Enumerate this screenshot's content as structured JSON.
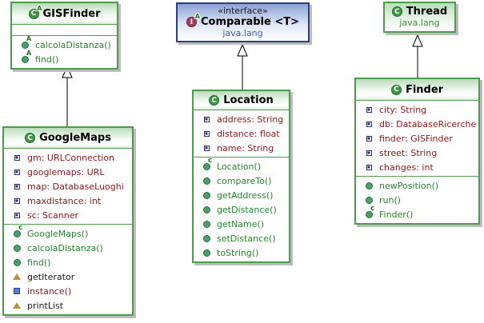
{
  "colors": {
    "class_border": "#4e9a4e",
    "interface_border": "#2e3f7e",
    "field_text": "#8e1616",
    "method_text": "#23872a",
    "package_green": "#3f8f3f",
    "package_blue": "#3a5fb0",
    "triangle_icon": "#b8923e",
    "static_icon": "#5f7ad1"
  },
  "classes": {
    "gisfinder": {
      "name": "GISFinder",
      "kind": "abstract class",
      "fields": [],
      "methods": [
        {
          "label": "calcolaDistanza()",
          "icon": "abstract-method-icon",
          "style": "method"
        },
        {
          "label": "find()",
          "icon": "abstract-method-icon",
          "style": "method"
        }
      ]
    },
    "comparable": {
      "stereotype": "«interface»",
      "name": "Comparable <T>",
      "package": "java.lang",
      "kind": "interface"
    },
    "thread": {
      "name": "Thread",
      "package": "java.lang",
      "kind": "class"
    },
    "googlemaps": {
      "name": "GoogleMaps",
      "kind": "class",
      "fields": [
        {
          "label": "gm: URLConnection",
          "icon": "field-icon",
          "style": "field"
        },
        {
          "label": "googlemaps: URL",
          "icon": "field-icon",
          "style": "field"
        },
        {
          "label": "map: DatabaseLuoghi",
          "icon": "field-icon",
          "style": "field"
        },
        {
          "label": "maxdistance: int",
          "icon": "field-icon",
          "style": "field"
        },
        {
          "label": "sc: Scanner",
          "icon": "field-icon",
          "style": "field"
        }
      ],
      "methods": [
        {
          "label": "GoogleMaps()",
          "icon": "constructor-icon",
          "style": "method"
        },
        {
          "label": "calcolaDistanza()",
          "icon": "method-icon",
          "style": "method"
        },
        {
          "label": "find()",
          "icon": "method-icon",
          "style": "method"
        },
        {
          "label": "getIterator",
          "icon": "triangle-icon",
          "style": "plain"
        },
        {
          "label": "instance()",
          "icon": "static-square-icon",
          "style": "static"
        },
        {
          "label": "printList",
          "icon": "triangle-icon",
          "style": "plain"
        }
      ]
    },
    "location": {
      "name": "Location",
      "kind": "class",
      "fields": [
        {
          "label": "address: String",
          "icon": "field-icon",
          "style": "field"
        },
        {
          "label": "distance: float",
          "icon": "field-icon",
          "style": "field"
        },
        {
          "label": "name: String",
          "icon": "field-icon",
          "style": "field"
        }
      ],
      "methods": [
        {
          "label": "Location()",
          "icon": "constructor-icon",
          "style": "method"
        },
        {
          "label": "compareTo()",
          "icon": "method-icon",
          "style": "method"
        },
        {
          "label": "getAddress()",
          "icon": "method-icon",
          "style": "method"
        },
        {
          "label": "getDistance()",
          "icon": "method-icon",
          "style": "method"
        },
        {
          "label": "getName()",
          "icon": "method-icon",
          "style": "method"
        },
        {
          "label": "setDistance()",
          "icon": "method-icon",
          "style": "method"
        },
        {
          "label": "toString()",
          "icon": "method-icon",
          "style": "method"
        }
      ]
    },
    "finder": {
      "name": "Finder",
      "kind": "class",
      "fields": [
        {
          "label": "city: String",
          "icon": "field-icon",
          "style": "field"
        },
        {
          "label": "db: DatabaseRicerche",
          "icon": "field-icon",
          "style": "field"
        },
        {
          "label": "finder: GISFinder",
          "icon": "field-icon",
          "style": "field"
        },
        {
          "label": "street: String",
          "icon": "field-icon",
          "style": "field"
        },
        {
          "label": "changes: int",
          "icon": "field-icon",
          "style": "field"
        }
      ],
      "methods": [
        {
          "label": "newPosition()",
          "icon": "method-icon",
          "style": "method"
        },
        {
          "label": "run()",
          "icon": "method-icon",
          "style": "method"
        },
        {
          "label": "Finder()",
          "icon": "constructor-icon",
          "style": "method"
        }
      ]
    }
  },
  "edges": [
    {
      "from": "GoogleMaps",
      "to": "GISFinder",
      "type": "generalization"
    },
    {
      "from": "Location",
      "to": "Comparable",
      "type": "generalization"
    },
    {
      "from": "Finder",
      "to": "Thread",
      "type": "generalization"
    }
  ]
}
